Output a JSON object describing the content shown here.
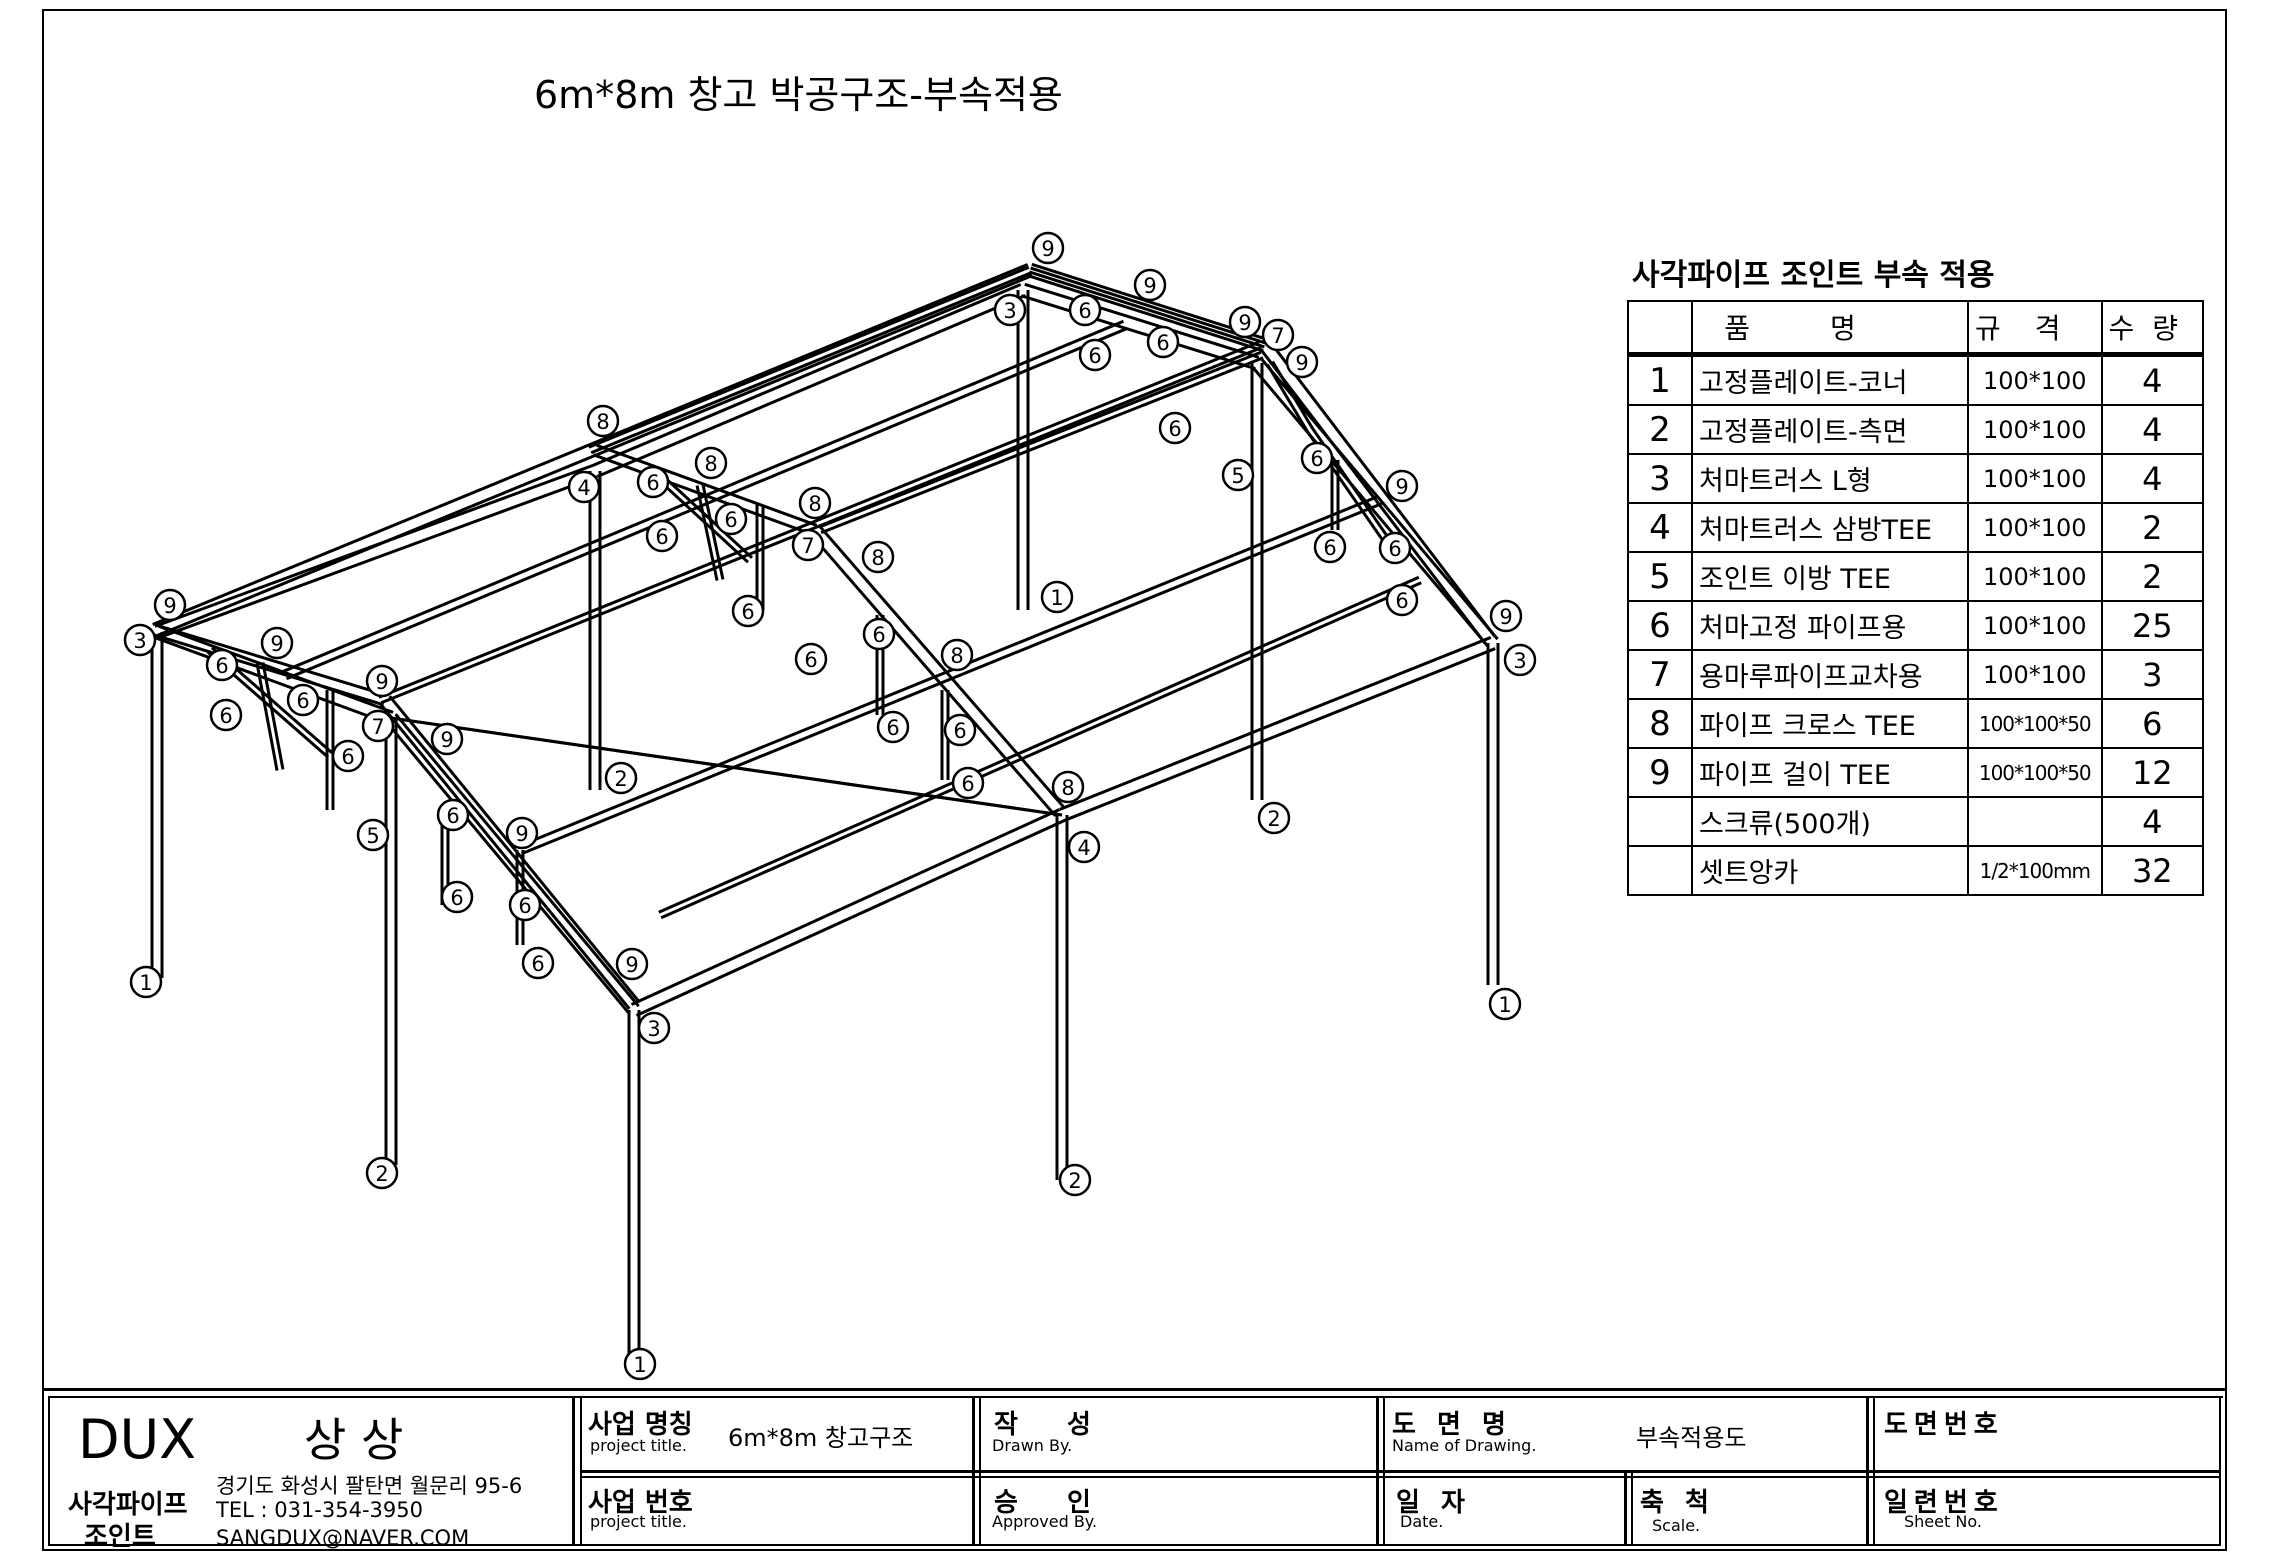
{
  "drawing_title": "6m*8m 창고 박공구조-부속적용",
  "callouts": {
    "1": "1",
    "2": "2",
    "3": "3",
    "4": "4",
    "5": "5",
    "6": "6",
    "7": "7",
    "8": "8",
    "9": "9"
  },
  "parts_table": {
    "title": "사각파이프 조인트 부속 적용",
    "headers": {
      "name": "품명",
      "spec": "규격",
      "qty": "수량"
    },
    "rows": [
      {
        "no": "1",
        "name": "고정플레이트-코너",
        "spec": "100*100",
        "qty": "4"
      },
      {
        "no": "2",
        "name": "고정플레이트-측면",
        "spec": "100*100",
        "qty": "4"
      },
      {
        "no": "3",
        "name": "처마트러스 L형",
        "spec": "100*100",
        "qty": "4"
      },
      {
        "no": "4",
        "name": "처마트러스 삼방TEE",
        "spec": "100*100",
        "qty": "2"
      },
      {
        "no": "5",
        "name": "조인트 이방 TEE",
        "spec": "100*100",
        "qty": "2"
      },
      {
        "no": "6",
        "name": "처마고정 파이프용",
        "spec": "100*100",
        "qty": "25"
      },
      {
        "no": "7",
        "name": "용마루파이프교차용",
        "spec": "100*100",
        "qty": "3"
      },
      {
        "no": "8",
        "name": "파이프 크로스 TEE",
        "spec": "100*100*50",
        "qty": "6"
      },
      {
        "no": "9",
        "name": "파이프 걸이 TEE",
        "spec": "100*100*50",
        "qty": "12"
      },
      {
        "no": "",
        "name": "스크류(500개)",
        "spec": "",
        "qty": "4"
      },
      {
        "no": "",
        "name": "셋트앙카",
        "spec": "1/2*100mm",
        "qty": "32"
      }
    ]
  },
  "title_block": {
    "company": "DUX",
    "company_ko": "상 상",
    "product_line_1": "사각파이프",
    "product_line_2": "조인트",
    "address": "경기도 화성시 팔탄면 월문리 95-6",
    "tel": "TEL : 031-354-3950",
    "email": "SANGDUX@NAVER.COM",
    "project_name_label": "사업 명칭",
    "project_name_label_en": "project title.",
    "project_name": "6m*8m 창고구조",
    "project_no_label": "사업 번호",
    "project_no_label_en": "project title.",
    "drawn_label": "작 성",
    "drawn_label_en": "Drawn By.",
    "approved_label": "승 인",
    "approved_label_en": "Approved By.",
    "drawing_name_label": "도 면 명",
    "drawing_name_label_en": "Name of Drawing.",
    "drawing_name": "부속적용도",
    "date_label": "일 자",
    "date_label_en": "Date.",
    "scale_label": "축 척",
    "scale_label_en": "Scale.",
    "drawing_no_label": "도면번호",
    "sheet_no_label": "일련번호",
    "sheet_no_label_en": "Sheet No."
  }
}
